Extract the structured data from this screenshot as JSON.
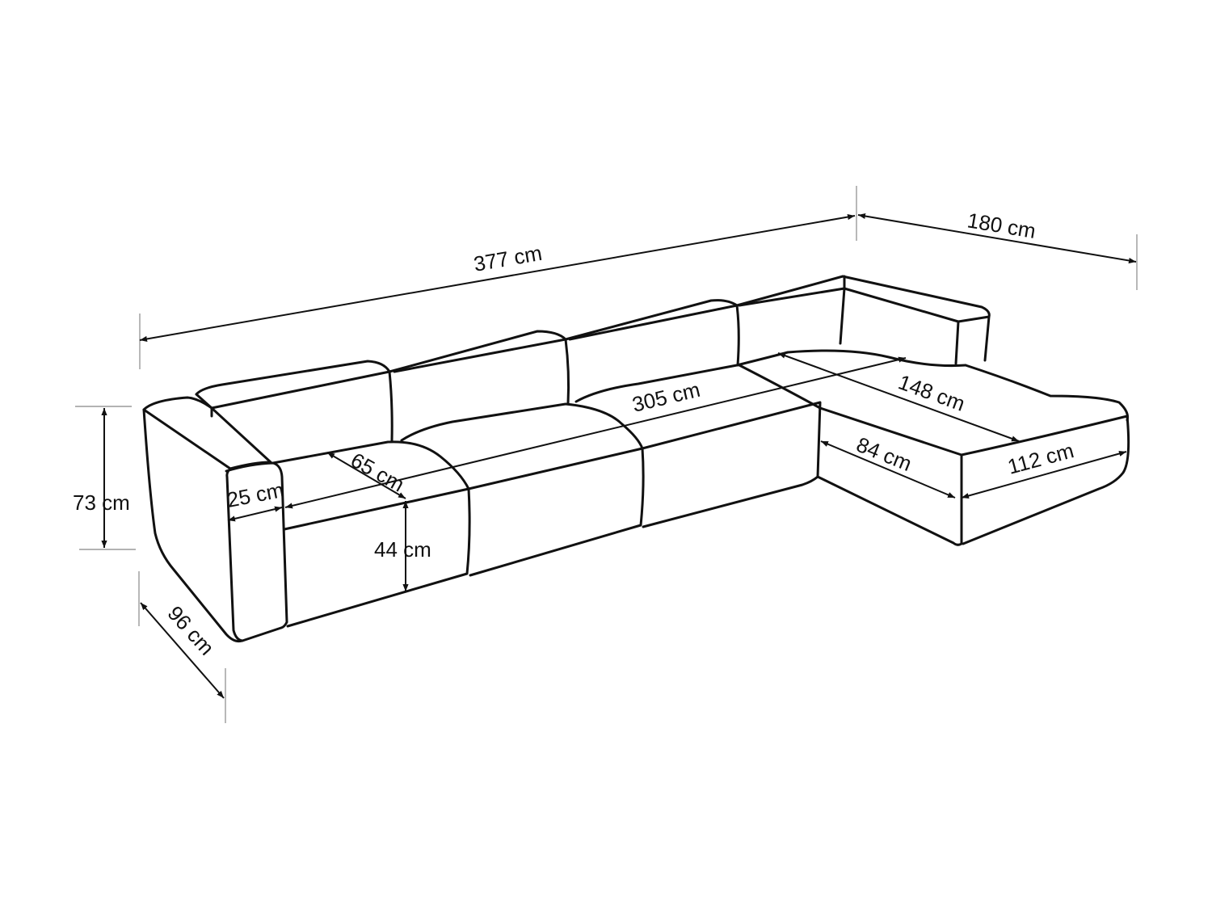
{
  "diagram": {
    "subject": "L-shaped modular corner sofa with chaise (right side)",
    "colors": {
      "line": "#111111",
      "extension_line": "#9a9a9a",
      "background": "#ffffff"
    },
    "dimensions": {
      "total_width": "377 cm",
      "chaise_depth": "180 cm",
      "overall_height": "73 cm",
      "overall_depth": "96 cm",
      "armrest_width": "25 cm",
      "seat_depth": "65 cm",
      "seat_height": "44 cm",
      "seating_width": "305 cm",
      "chaise_seat_length": "148 cm",
      "chaise_side_depth": "84 cm",
      "chaise_width": "112 cm"
    }
  }
}
